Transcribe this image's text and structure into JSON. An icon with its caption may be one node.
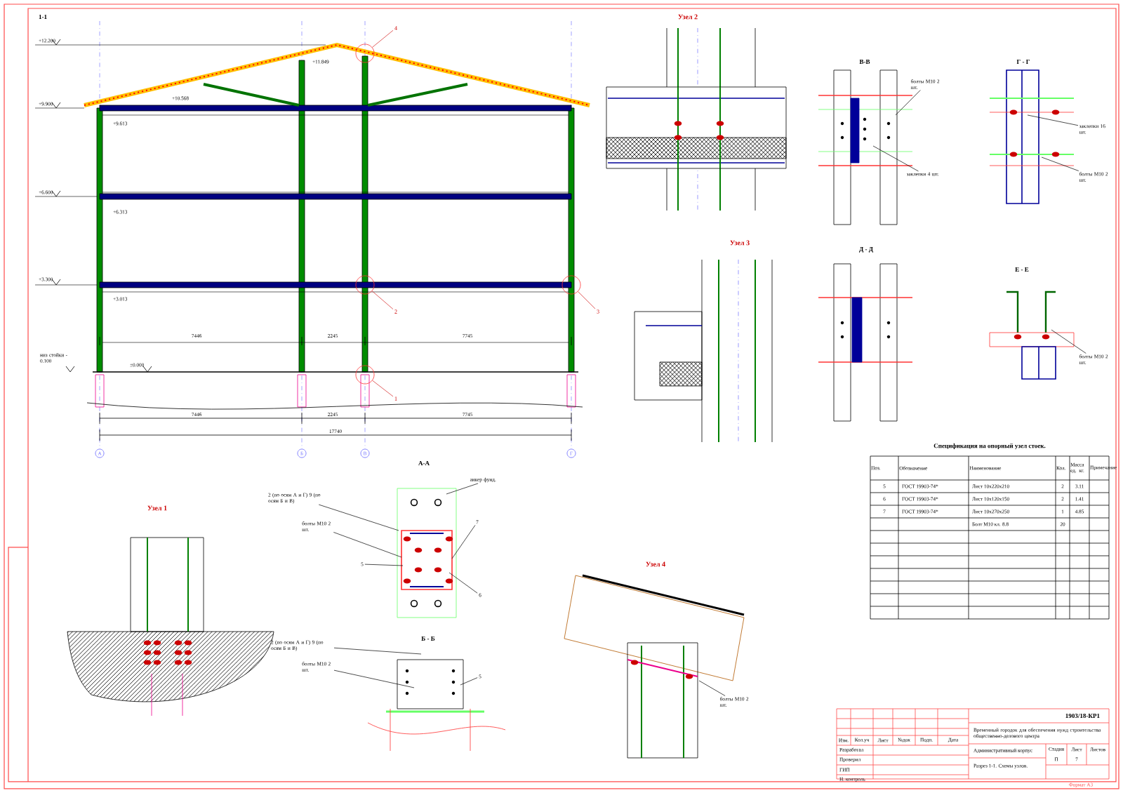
{
  "diagram": {
    "nodes": [
      {
        "text": [],
        "shape": "circle"
      },
      {
        "text": [
          "4"
        ]
      },
      {
        "text": [],
        "shape": "circle"
      },
      {
        "text": [
          "2"
        ]
      },
      {
        "text": [],
        "shape": "circle"
      },
      {
        "text": [
          "3"
        ]
      },
      {
        "text": [],
        "shape": "circle"
      },
      {
        "text": [
          "1"
        ]
      },
      {
        "text": [
          "болты М10 2 шт."
        ]
      },
      {
        "text": [
          "заклепки 4 шт."
        ]
      },
      {
        "text": [
          "заклепки 16 шт."
        ]
      },
      {
        "text": [
          "болты М10 2 шт."
        ]
      },
      {
        "text": [
          "болты М10 2 шт."
        ]
      },
      {
        "text": [
          "2 (по осям А и Г) 9 (по осям Б и В)"
        ]
      },
      {
        "text": [
          "анкер фунд."
        ]
      },
      {
        "text": [
          "болты М10 2 шт."
        ]
      },
      {
        "text": [
          "5"
        ]
      },
      {
        "text": [
          "7"
        ]
      },
      {
        "text": [
          "6"
        ]
      },
      {
        "text": [
          "2 (по осям А и Г) 9 (по осям Б и В)"
        ]
      },
      {
        "text": [
          "болты М10 2 шт."
        ]
      },
      {
        "text": [
          "5"
        ]
      },
      {
        "text": [
          "болты М10 2 шт."
        ]
      }
    ],
    "edges": [
      {
        "from": 1,
        "to": 0,
        "arrow": "none",
        "color": "#d42020"
      },
      {
        "from": 3,
        "to": 2,
        "arrow": "none",
        "color": "#d42020"
      },
      {
        "from": 5,
        "to": 4,
        "arrow": "none",
        "color": "#d42020"
      },
      {
        "from": 7,
        "to": 6,
        "arrow": "none",
        "color": "#d42020"
      },
      {
        "from": 8,
        "to": null,
        "arrow": "none"
      },
      {
        "from": 9,
        "to": null,
        "arrow": "none"
      },
      {
        "from": 10,
        "to": null,
        "arrow": "none"
      },
      {
        "from": 11,
        "to": null,
        "arrow": "none"
      },
      {
        "from": 12,
        "to": null,
        "arrow": "none"
      },
      {
        "from": 13,
        "to": null,
        "arrow": "none"
      },
      {
        "from": 14,
        "to": null,
        "arrow": "none"
      },
      {
        "from": 15,
        "to": null,
        "arrow": "none"
      },
      {
        "from": 16,
        "to": null,
        "arrow": "none"
      },
      {
        "from": 17,
        "to": null,
        "arrow": "none"
      },
      {
        "from": 18,
        "to": null,
        "arrow": "none"
      },
      {
        "from": 19,
        "to": null,
        "arrow": "none"
      },
      {
        "from": 20,
        "to": null,
        "arrow": "none"
      },
      {
        "from": 21,
        "to": null,
        "arrow": "none"
      },
      {
        "from": 22,
        "to": null,
        "arrow": "none"
      }
    ],
    "labels": [
      "1-1",
      "+12.200",
      "+9.900",
      "+6.600",
      "+3.300",
      "+11.849",
      "+10.568",
      "+9.613",
      "+6.313",
      "+3.013",
      "±0.000",
      "низ стойки -0.100",
      "7446",
      "2245",
      "7745",
      "7446",
      "2245",
      "7745",
      "17740",
      "А",
      "Б",
      "В",
      "Г",
      "Узел 2",
      "В-В",
      "Г - Г",
      "Узел 3",
      "Д - Д",
      "Е - Е",
      "Узел 1",
      "А-А",
      "Б - Б",
      "Узел 4",
      "Спецификация на опорный узел стоек.",
      "Поз.",
      "Обозначение",
      "Наименование",
      "Кол.",
      "Масса ед. кг.",
      "Примечание",
      "5",
      "ГОСТ 19903-74*",
      "Лист 10х220х210",
      "2",
      "3.11",
      "6",
      "ГОСТ 19903-74*",
      "Лист 10х120х150",
      "2",
      "1.41",
      "7",
      "ГОСТ 19903-74*",
      "Лист 10х270х250",
      "1",
      "4.85",
      "Болт М10 кл. 8.8",
      "20",
      "1903/18-КР1",
      "Временный городок для обеспечения нужд строительства общественно-делового центра",
      "Изм.",
      "Кол.уч",
      "Лист",
      "№док",
      "Подп.",
      "Дата",
      "Разработал",
      "Проверил",
      "ГИП",
      "Н. контроль",
      "Административный корпус",
      "Стадия",
      "Лист",
      "Листов",
      "П",
      "7",
      "Разрез 1-1. Схемы узлов.",
      "Формат А3"
    ]
  }
}
